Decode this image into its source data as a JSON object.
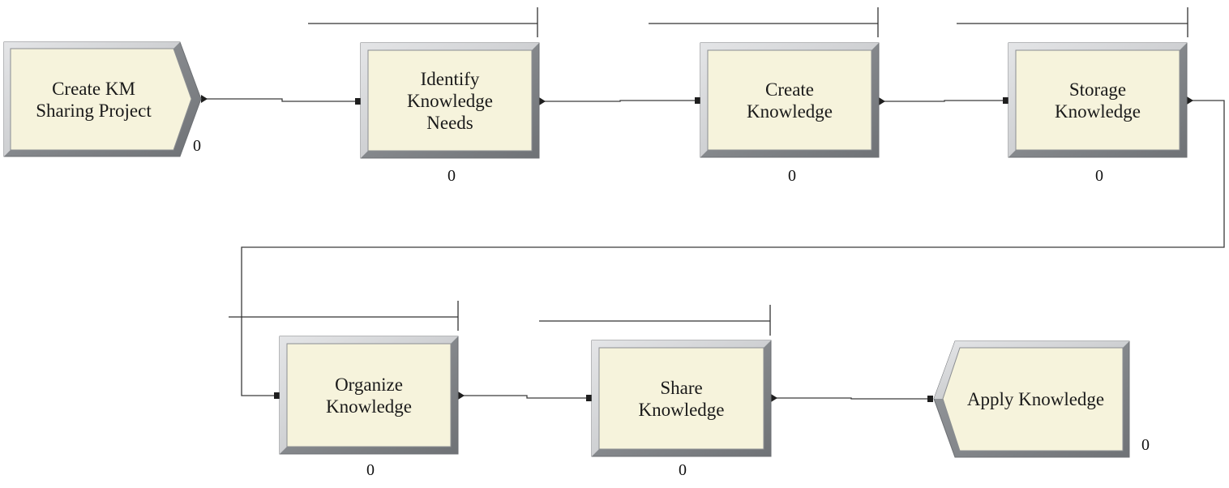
{
  "nodes": {
    "create_project": {
      "label": "Create KM\nSharing Project",
      "counter": "0"
    },
    "identify_needs": {
      "label": "Identify\nKnowledge\nNeeds",
      "counter": "0"
    },
    "create_knowledge": {
      "label": "Create\nKnowledge",
      "counter": "0"
    },
    "storage_knowledge": {
      "label": "Storage\nKnowledge",
      "counter": "0"
    },
    "organize_knowledge": {
      "label": "Organize\nKnowledge",
      "counter": "0"
    },
    "share_knowledge": {
      "label": "Share\nKnowledge",
      "counter": "0"
    },
    "apply_knowledge": {
      "label": "Apply Knowledge",
      "counter": "0"
    }
  },
  "colors": {
    "fill": "#f6f3dc",
    "bevel_light": "#d9dadc",
    "bevel_dark": "#8b8e92",
    "border": "#6c6f73",
    "connector": "#3a3a3a"
  }
}
